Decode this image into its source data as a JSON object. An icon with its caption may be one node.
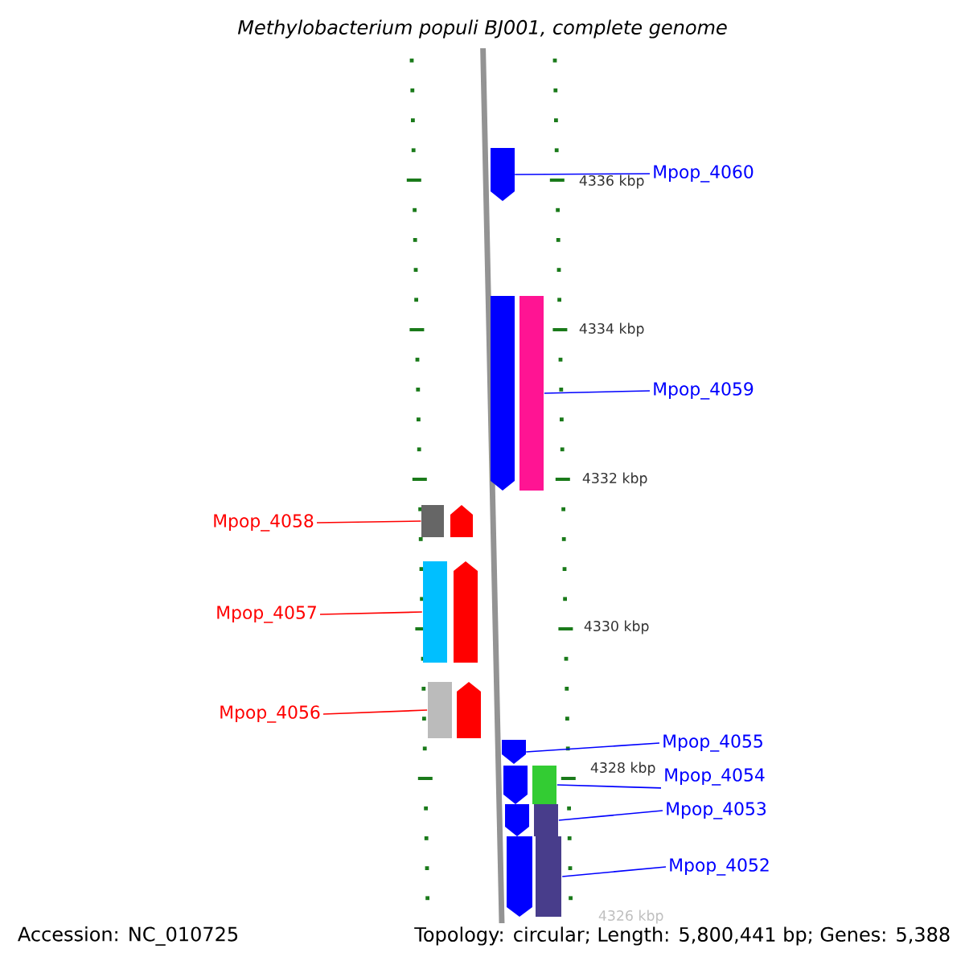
{
  "diagram": {
    "title": "Methylobacterium populi BJ001, complete genome",
    "nodes": [
      {
        "text": [
          "Mpop_4060"
        ]
      },
      {
        "text": [
          "Mpop_4059"
        ]
      },
      {
        "text": [
          "Mpop_4058"
        ]
      },
      {
        "text": [
          "Mpop_4057"
        ]
      },
      {
        "text": [
          "Mpop_4056"
        ]
      },
      {
        "text": [
          "Mpop_4055"
        ]
      },
      {
        "text": [
          "Mpop_4054"
        ]
      },
      {
        "text": [
          "Mpop_4053"
        ]
      },
      {
        "text": [
          "Mpop_4052"
        ]
      },
      {
        "text": [],
        "shape": "box"
      },
      {
        "text": [],
        "shape": "box"
      },
      {
        "text": [],
        "shape": "box"
      },
      {
        "text": [],
        "shape": "box"
      },
      {
        "text": [],
        "shape": "box"
      },
      {
        "text": [],
        "shape": "box"
      },
      {
        "text": [],
        "shape": "box"
      },
      {
        "text": [],
        "shape": "box"
      },
      {
        "text": [],
        "shape": "box"
      }
    ],
    "edges": [
      {
        "from": 0,
        "to": 9,
        "arrow": "none"
      },
      {
        "from": 1,
        "to": 10,
        "arrow": "none"
      },
      {
        "from": 2,
        "to": 11,
        "arrow": "none",
        "color": "#ff0000"
      },
      {
        "from": 3,
        "to": 12,
        "arrow": "none",
        "color": "#ff0000"
      },
      {
        "from": 4,
        "to": 13,
        "arrow": "none",
        "color": "#ff0000"
      },
      {
        "from": 5,
        "to": 14,
        "arrow": "none"
      },
      {
        "from": 6,
        "to": 15,
        "arrow": "none"
      },
      {
        "from": 7,
        "to": 16,
        "arrow": "none"
      },
      {
        "from": 8,
        "to": 17,
        "arrow": "none"
      }
    ],
    "labels": [
      "4336 kbp",
      "4334 kbp",
      "4332 kbp",
      "4330 kbp",
      "4328 kbp",
      "4326 kbp",
      "Accession: NC_010725",
      "Topology: circular; Length: 5,800,441 bp; Genes: 5,388"
    ]
  }
}
